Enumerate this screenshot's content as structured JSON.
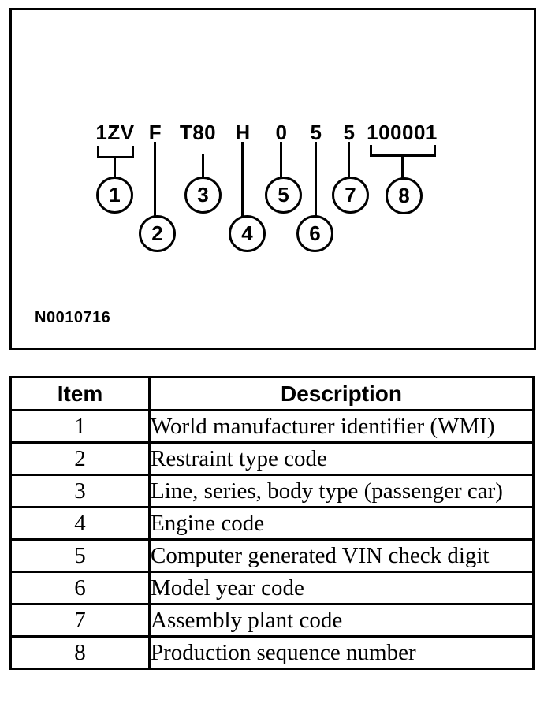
{
  "colors": {
    "ink": "#000000",
    "paper": "#ffffff"
  },
  "figure": {
    "label": "N0010716",
    "vin": {
      "groups": [
        {
          "text": "1ZV",
          "callout": "1"
        },
        {
          "text": "F",
          "callout": "2"
        },
        {
          "text": "T80",
          "callout": "3"
        },
        {
          "text": "H",
          "callout": "4"
        },
        {
          "text": "0",
          "callout": "5"
        },
        {
          "text": "5",
          "callout": "6"
        },
        {
          "text": "5",
          "callout": "7"
        },
        {
          "text": "100001",
          "callout": "8"
        }
      ]
    }
  },
  "table": {
    "headers": [
      "Item",
      "Description"
    ],
    "rows": [
      [
        "1",
        "World manufacturer identifier (WMI)"
      ],
      [
        "2",
        "Restraint type code"
      ],
      [
        "3",
        "Line, series, body type (passenger car)"
      ],
      [
        "4",
        "Engine code"
      ],
      [
        "5",
        "Computer generated VIN check digit"
      ],
      [
        "6",
        "Model year code"
      ],
      [
        "7",
        "Assembly plant code"
      ],
      [
        "8",
        "Production sequence number"
      ]
    ]
  }
}
